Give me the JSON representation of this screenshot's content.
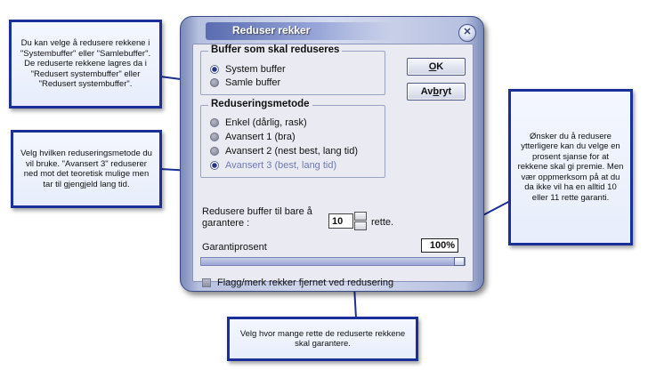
{
  "dialog": {
    "title": "Reduser rekker",
    "close_glyph": "✕",
    "buffer_group": {
      "legend": "Buffer som skal reduseres",
      "options": [
        "System buffer",
        "Samle buffer"
      ],
      "selected_index": 0
    },
    "method_group": {
      "legend": "Reduseringsmetode",
      "options": [
        "Enkel (dårlig, rask)",
        "Avansert 1 (bra)",
        "Avansert 2 (nest best, lang tid)",
        "Avansert 3 (best, lang tid)"
      ],
      "selected_index": 3
    },
    "ok_label_first": "O",
    "ok_label_rest": "K",
    "cancel_label_first": "Av",
    "cancel_label_u": "b",
    "cancel_label_rest": "ryt",
    "guarantee_label": "Redusere buffer til bare å garantere :",
    "guarantee_value": "10",
    "guarantee_unit": "rette.",
    "percent_label": "Garantiprosent",
    "percent_value": "100%",
    "percent_slider_fraction": 1.0,
    "flag_checkbox_label": "Flagg/merk rekker fjernet ved redusering",
    "flag_checked": false
  },
  "callouts": {
    "buffer_note": "Du kan velge å redusere rekkene i \"Systembuffer\" eller \"Samlebuffer\". De reduserte rekkene lagres da i \"Redusert systembuffer\" eller \"Redusert systembuffer\".",
    "method_note": "Velg hvilken reduseringsmetode du vil bruke. \"Avansert 3\" reduserer ned mot det teoretisk mulige men tar til gjengjeld lang tid.",
    "percent_note": "Ønsker du å redusere ytterligere kan du velge en prosent sjanse for at rekkene skal gi premie. Men vær oppmerksom på at du da ikke vil ha en alltid 10 eller 11 rette garanti.",
    "guarantee_note": "Velg hvor mange rette de reduserte rekkene skal garantere."
  },
  "colors": {
    "callout_border": "#1a2f9a",
    "accent": "#2a3580"
  }
}
